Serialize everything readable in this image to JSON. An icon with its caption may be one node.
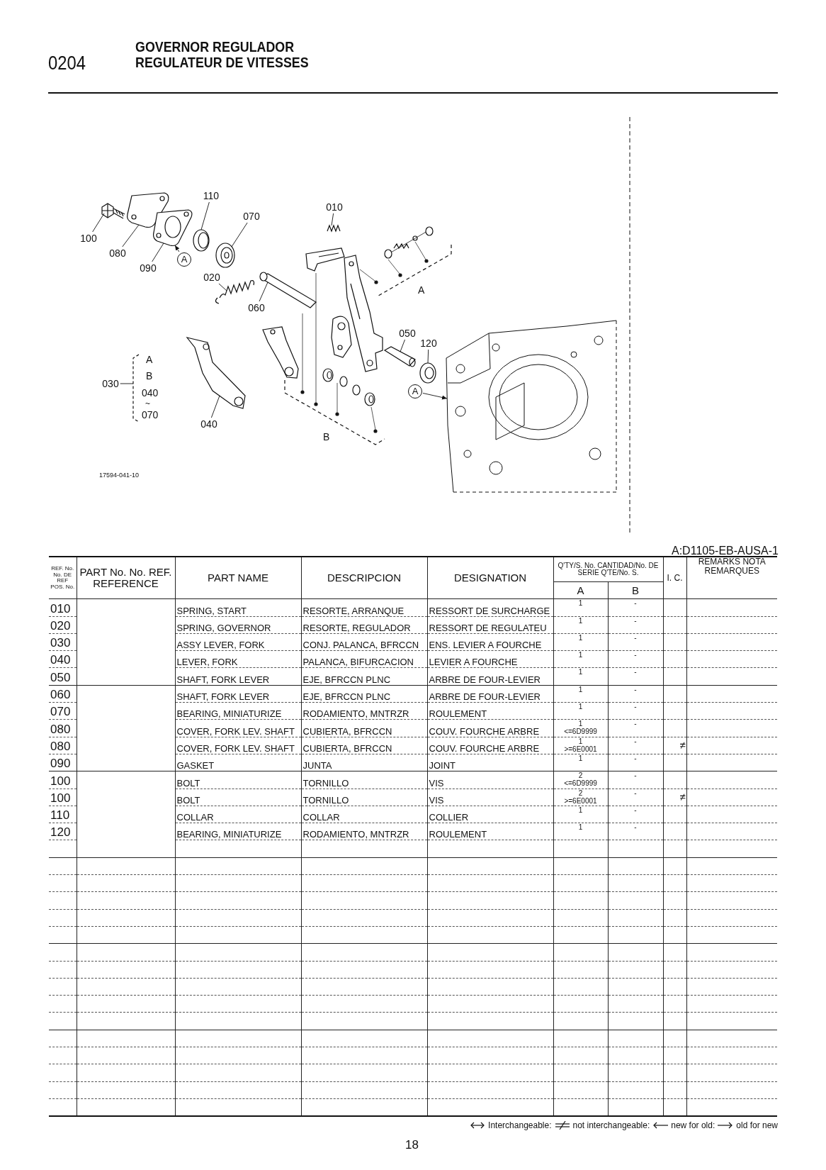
{
  "diagram": {
    "title": "GOVERNOR REGULADOR REGULATEUR DE VITESSES",
    "nodes": [
      {
        "text": [
          "100"
        ]
      },
      {
        "text": [
          "080"
        ]
      },
      {
        "text": [
          "090"
        ]
      },
      {
        "text": [
          "110"
        ]
      },
      {
        "text": [
          "070"
        ]
      },
      {
        "text": [
          "010"
        ]
      },
      {
        "text": [
          "020"
        ]
      },
      {
        "text": [
          "060"
        ]
      },
      {
        "text": [
          "050"
        ]
      },
      {
        "text": [
          "120"
        ]
      },
      {
        "text": [
          "030"
        ]
      },
      {
        "text": [
          "040"
        ]
      },
      {
        "text": [
          "A"
        ]
      },
      {
        "text": [
          "A"
        ]
      },
      {
        "text": [],
        "shape": "picture"
      },
      {
        "text": [],
        "shape": "picture"
      },
      {
        "text": [],
        "shape": "picture"
      },
      {
        "text": [],
        "shape": "picture"
      },
      {
        "text": [],
        "shape": "picture"
      },
      {
        "text": [],
        "shape": "picture"
      },
      {
        "text": [],
        "shape": "picture"
      },
      {
        "text": [],
        "shape": "picture"
      },
      {
        "text": [],
        "shape": "picture"
      },
      {
        "text": [],
        "shape": "picture"
      },
      {
        "text": [],
        "shape": "picture"
      },
      {
        "text": [],
        "shape": "bracket",
        "beside": [
          "A",
          "B",
          "040",
          "~",
          "070"
        ]
      },
      {
        "text": [],
        "shape": "picture"
      }
    ],
    "edges": [
      {
        "from": 0,
        "to": 14,
        "arrow": "none"
      },
      {
        "from": 1,
        "to": 15,
        "arrow": "none"
      },
      {
        "from": 2,
        "to": 16,
        "arrow": "none"
      },
      {
        "from": 3,
        "to": 17,
        "arrow": "none"
      },
      {
        "from": 4,
        "to": 18,
        "arrow": "none"
      },
      {
        "from": 5,
        "to": 19,
        "arrow": "none"
      },
      {
        "from": 6,
        "to": 20,
        "arrow": "none"
      },
      {
        "from": 7,
        "to": 21,
        "arrow": "none"
      },
      {
        "from": 8,
        "to": 22,
        "arrow": "none"
      },
      {
        "from": 9,
        "to": 23,
        "arrow": "none"
      },
      {
        "from": 10,
        "to": 25,
        "arrow": "none"
      },
      {
        "from": 11,
        "to": 24,
        "arrow": "none"
      },
      {
        "from": 12,
        "to": 16,
        "arrow": "to"
      },
      {
        "from": 13,
        "to": 26,
        "arrow": "to"
      }
    ],
    "labels": [
      "0204",
      "A",
      "B",
      "17594-041-10",
      "A:D1105-EB-AUSA-1",
      "REF. No. No. DE REF POS. No.",
      "PART No. No. REF. REFERENCE",
      "PART NAME",
      "DESCRIPCION",
      "DESIGNATION",
      "Q'TY/S. No. CANTIDAD/No. DE SERIE Q'TE/No. S.",
      "I. C.",
      "REMARKS NOTA REMARQUES",
      "A",
      "B",
      "010",
      "SPRING, START",
      "RESORTE, ARRANQUE",
      "RESSORT DE SURCHARGE",
      "1",
      "-",
      "020",
      "SPRING, GOVERNOR",
      "RESORTE, REGULADOR",
      "RESSORT DE REGULATEU",
      "1",
      "-",
      "030",
      "ASSY LEVER, FORK",
      "CONJ. PALANCA, BFRCCN",
      "ENS. LEVIER A FOURCHE",
      "1",
      "-",
      "040",
      "LEVER, FORK",
      "PALANCA, BIFURCACION",
      "LEVIER A FOURCHE",
      "1",
      "-",
      "050",
      "SHAFT, FORK LEVER",
      "EJE, BFRCCN PLNC",
      "ARBRE DE FOUR-LEVIER",
      "1",
      "-",
      "060",
      "SHAFT, FORK LEVER",
      "EJE, BFRCCN PLNC",
      "ARBRE DE FOUR-LEVIER",
      "1",
      "-",
      "070",
      "BEARING, MINIATURIZE",
      "RODAMIENTO, MNTRZR",
      "ROULEMENT",
      "1",
      "-",
      "080",
      "COVER, FORK LEV. SHAFT",
      "CUBIERTA, BFRCCN",
      "COUV. FOURCHE ARBRE",
      "1 <=6D9999",
      "-",
      "080",
      "COVER, FORK LEV. SHAFT",
      "CUBIERTA, BFRCCN",
      "COUV. FOURCHE ARBRE",
      "1 >=6E0001",
      "-",
      "≠",
      "090",
      "GASKET",
      "JUNTA",
      "JOINT",
      "1",
      "-",
      "100",
      "BOLT",
      "TORNILLO",
      "VIS",
      "2 <=6D9999",
      "-",
      "100",
      "BOLT",
      "TORNILLO",
      "VIS",
      "2 >=6E0001",
      "-",
      "≠",
      "110",
      "COLLAR",
      "COLLAR",
      "COLLIER",
      "1",
      "-",
      "120",
      "BEARING, MINIATURIZE",
      "RODAMIENTO, MNTRZR",
      "ROULEMENT",
      "1",
      "-",
      "18"
    ],
    "legend": [
      {
        "text": "Interchangeable:"
      },
      {
        "text": "not interchangeable:"
      },
      {
        "text": "new for old:"
      },
      {
        "text": "old for new"
      }
    ]
  }
}
